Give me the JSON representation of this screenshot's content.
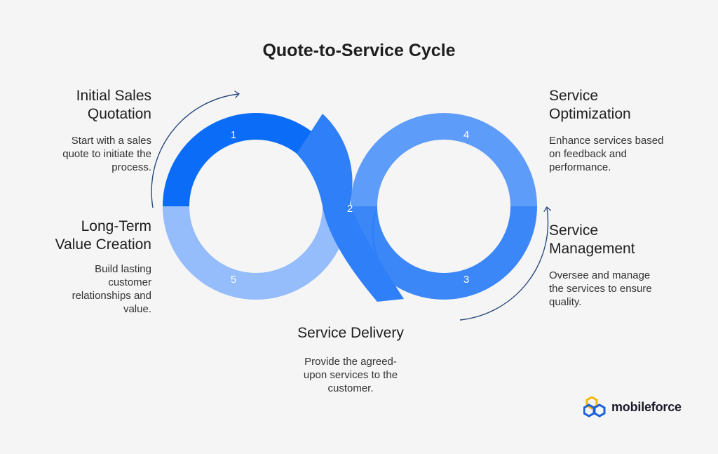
{
  "title": "Quote-to-Service Cycle",
  "colors": {
    "segment_1": "#0b6cf7",
    "segment_2": "#2e7ff8",
    "segment_3": "#3b87f8",
    "segment_4": "#5e9cf9",
    "segment_5": "#95bcfb",
    "arrow": "#2c4a7e",
    "background": "#f5f5f5"
  },
  "steps": [
    {
      "number": "1",
      "title": [
        "Initial Sales",
        "Quotation"
      ],
      "description": [
        "Start with a sales",
        "quote to initiate the",
        "process."
      ]
    },
    {
      "number": "2",
      "title": [
        "Service Delivery"
      ],
      "description": [
        "Provide the agreed-",
        "upon services to the",
        "customer."
      ]
    },
    {
      "number": "3",
      "title": [
        "Service",
        "Management"
      ],
      "description": [
        "Oversee and manage",
        "the services to ensure",
        "quality."
      ]
    },
    {
      "number": "4",
      "title": [
        "Service",
        "Optimization"
      ],
      "description": [
        "Enhance services based",
        "on feedback and",
        "performance."
      ]
    },
    {
      "number": "5",
      "title": [
        "Long-Term",
        "Value Creation"
      ],
      "description": [
        "Build lasting",
        "customer",
        "relationships and",
        "value."
      ]
    }
  ],
  "logo": {
    "text": "mobileforce",
    "icon": "mobileforce-logo-icon"
  }
}
